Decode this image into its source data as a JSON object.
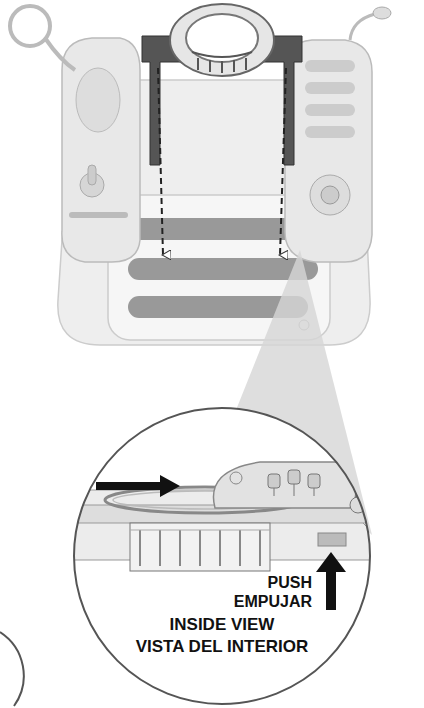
{
  "diagram": {
    "labels": [
      "PUSH",
      "EMPUJAR",
      "INSIDE VIEW",
      "VISTA DEL INTERIOR"
    ]
  }
}
